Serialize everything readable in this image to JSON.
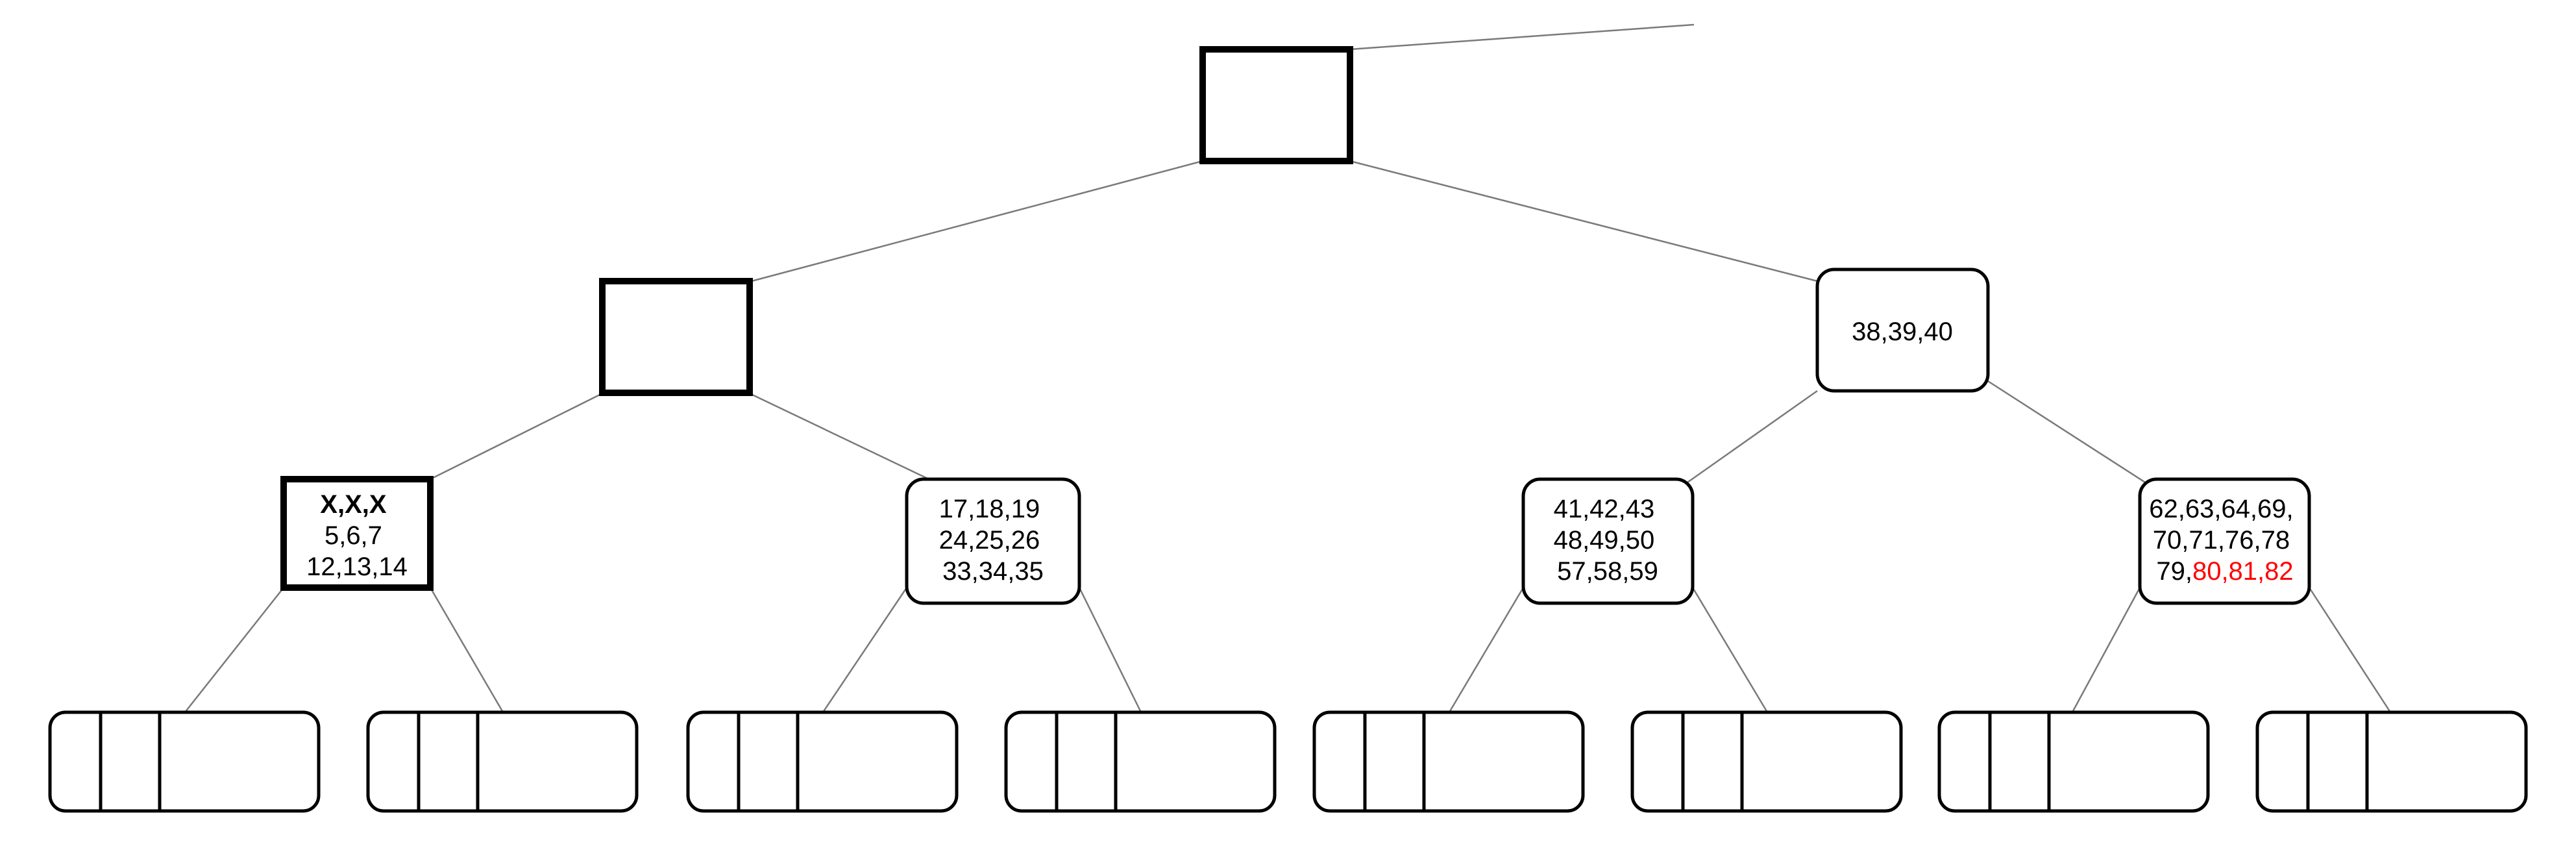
{
  "tree": {
    "root": {
      "kind": "empty-emphasized-node"
    },
    "left_internal": {
      "kind": "empty-emphasized-node"
    },
    "right_internal": {
      "lines": [
        [
          {
            "text": "38,39,40"
          }
        ]
      ]
    },
    "node_ll": {
      "emphasized": true,
      "lines": [
        [
          {
            "text": "X,X,X",
            "bold": true
          }
        ],
        [
          {
            "text": "5,6,7"
          }
        ],
        [
          {
            "text": "12,13,14"
          }
        ]
      ]
    },
    "node_lr": {
      "lines": [
        [
          {
            "text": "17,18,19"
          }
        ],
        [
          {
            "text": "24,25,26"
          }
        ],
        [
          {
            "text": "33,34,35"
          }
        ]
      ]
    },
    "node_rl": {
      "lines": [
        [
          {
            "text": "41,42,43"
          }
        ],
        [
          {
            "text": "48,49,50"
          }
        ],
        [
          {
            "text": "57,58,59"
          }
        ]
      ]
    },
    "node_rr": {
      "lines": [
        [
          {
            "text": "62,63,64,69,"
          }
        ],
        [
          {
            "text": "70,71,76,78"
          }
        ],
        [
          {
            "text": "79,"
          },
          {
            "text": "80,81,82",
            "color": "#ff0000"
          }
        ]
      ]
    },
    "leaf_count": 8
  },
  "colors": {
    "highlight": "#ff0000",
    "edge": "#7a7a7a",
    "stroke": "#000000"
  }
}
